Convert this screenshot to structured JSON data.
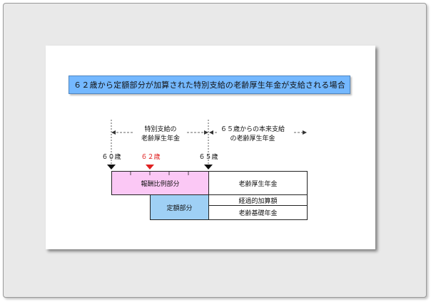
{
  "title": "６２歳から定額部分が加算された特別支給の老齢厚生年金が支給される場合",
  "period_left": {
    "line1": "特別支給の",
    "line2": "老齢厚生年金"
  },
  "period_right": {
    "line1": "６５歳からの本来支給",
    "line2": "の老齢厚生年金"
  },
  "ages": {
    "age60": "６０歳",
    "age62": "６２歳",
    "age65": "６５歳"
  },
  "boxes": {
    "houshu": "報酬比例部分",
    "teigaku": "定額部分",
    "rourei_kousei": "老齢厚生年金",
    "keikateki": "経過的加算額",
    "rourei_kiso": "老齢基礎年金"
  },
  "colors": {
    "title_bg": "#74b8ff",
    "pink": "#fbc8f5",
    "blue": "#9fd0f5",
    "age62_marker": "#e02020"
  }
}
